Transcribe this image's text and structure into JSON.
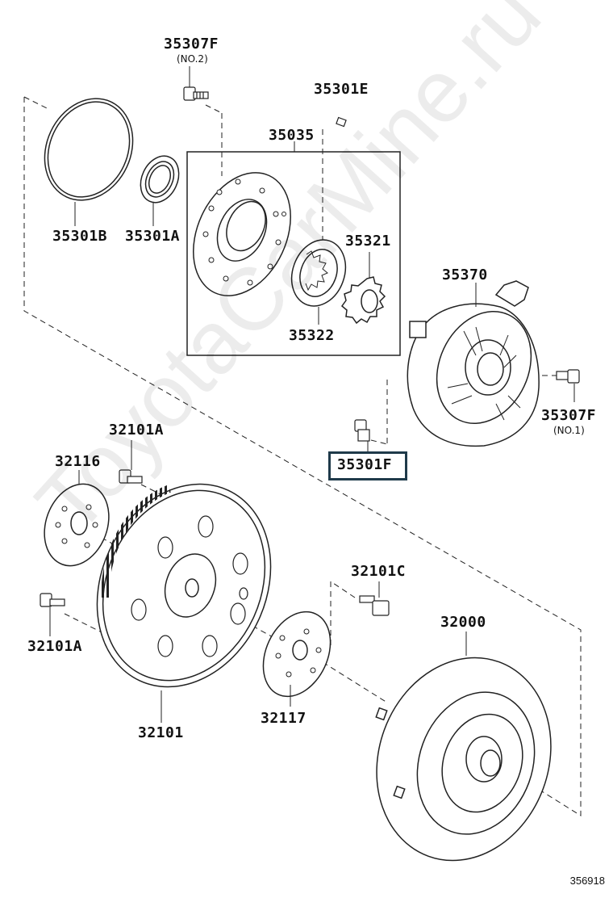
{
  "watermark": "ToyotaCarMine.ru",
  "document_number": "356918",
  "highlight_color": "#1f3a4a",
  "labels": {
    "p35307F_top": "35307F",
    "p35307F_top_sub": "(NO.2)",
    "p35301E": "35301E",
    "p35035": "35035",
    "p35301B": "35301B",
    "p35301A": "35301A",
    "p35321": "35321",
    "p35322": "35322",
    "p35370": "35370",
    "p35307F_right": "35307F",
    "p35307F_right_sub": "(NO.1)",
    "p35301F": "35301F",
    "p32101A_top": "32101A",
    "p32116": "32116",
    "p32101C": "32101C",
    "p32000": "32000",
    "p32101A_left": "32101A",
    "p32101": "32101",
    "p32117": "32117"
  }
}
